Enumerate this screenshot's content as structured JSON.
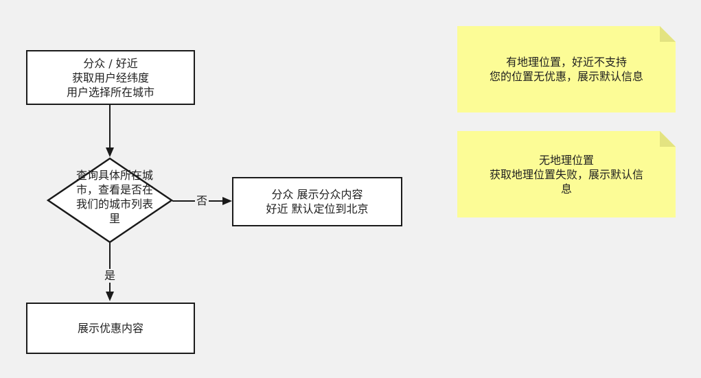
{
  "diagram": {
    "start": {
      "lines": [
        "分众 / 好近",
        "获取用户经纬度",
        "用户选择所在城市"
      ]
    },
    "decision": {
      "lines": [
        "查询具体所在城",
        "市，查看是否在",
        "我们的城市列表",
        "里"
      ]
    },
    "no_branch": {
      "label": "否",
      "lines": [
        "分众 展示分众内容",
        "好近 默认定位到北京"
      ]
    },
    "yes_branch": {
      "label": "是",
      "lines": [
        "展示优惠内容"
      ]
    }
  },
  "notes": [
    {
      "lines": [
        "有地理位置，好近不支持",
        "您的位置无优惠，展示默认信息"
      ]
    },
    {
      "lines": [
        "无地理位置",
        "获取地理位置失败，展示默认信",
        "息"
      ]
    }
  ],
  "colors": {
    "background": "#f1f1f1",
    "note": "#fcfc96",
    "stroke": "#1a1a1a",
    "box": "#ffffff"
  }
}
